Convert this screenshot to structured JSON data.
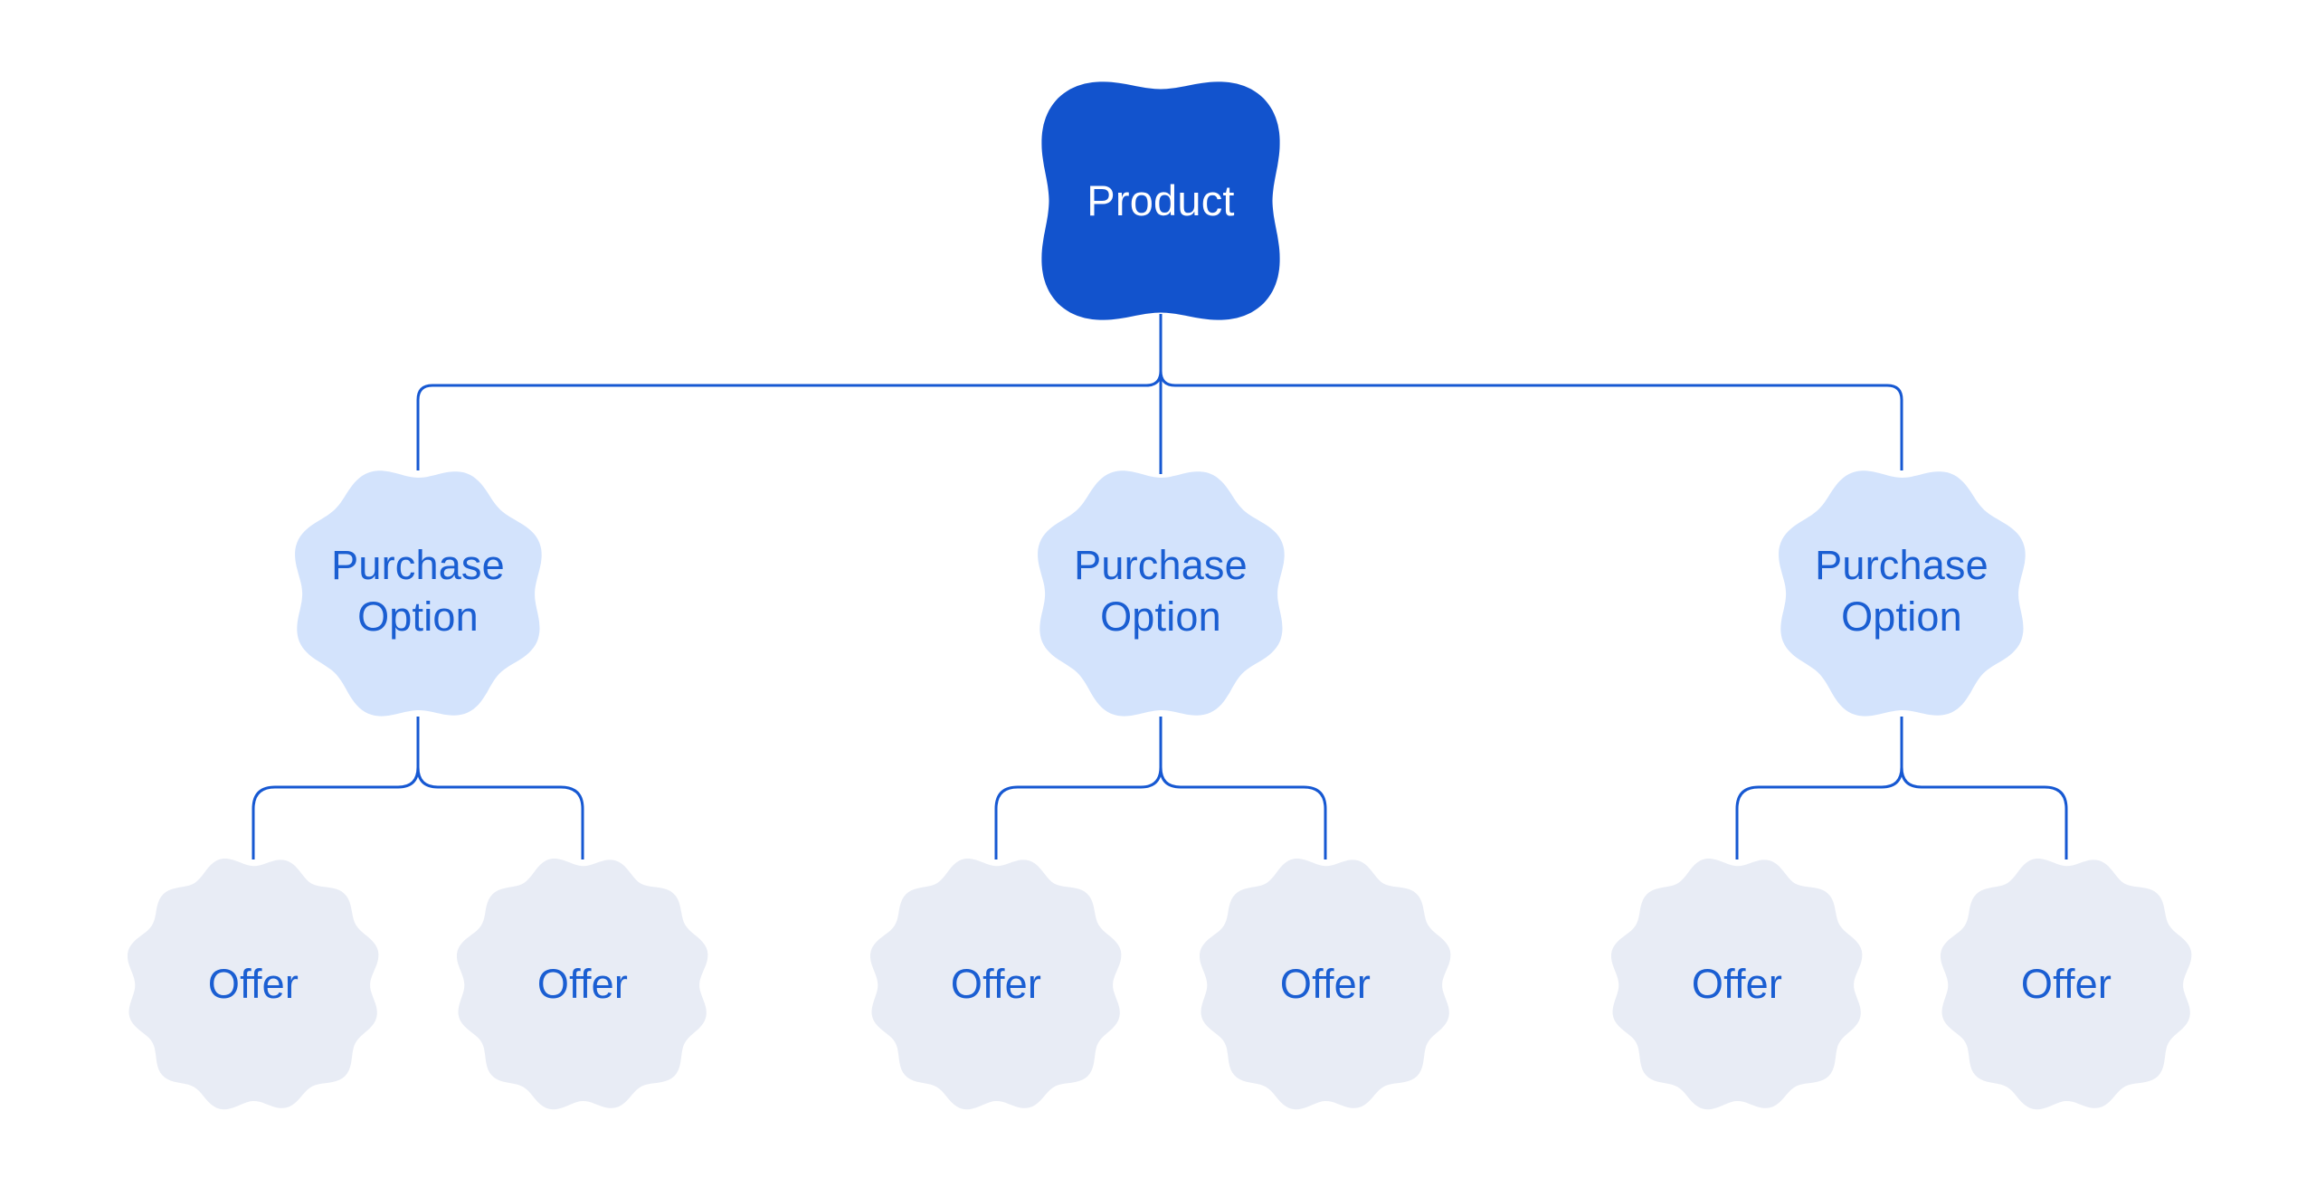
{
  "diagram": {
    "type": "tree",
    "root": {
      "label": "Product"
    },
    "purchase_options": [
      {
        "label": "Purchase Option",
        "offers": [
          {
            "label": "Offer"
          },
          {
            "label": "Offer"
          }
        ]
      },
      {
        "label": "Purchase Option",
        "offers": [
          {
            "label": "Offer"
          },
          {
            "label": "Offer"
          }
        ]
      },
      {
        "label": "Purchase Option",
        "offers": [
          {
            "label": "Offer"
          },
          {
            "label": "Offer"
          }
        ]
      }
    ]
  },
  "colors": {
    "background": "#ffffff",
    "product_fill": "#1253cd",
    "product_text": "#ffffff",
    "purchase_fill": "#d3e3fc",
    "offer_fill": "#e8ecf5",
    "connector": "#1658d2",
    "label_text": "#1a5ed2"
  }
}
